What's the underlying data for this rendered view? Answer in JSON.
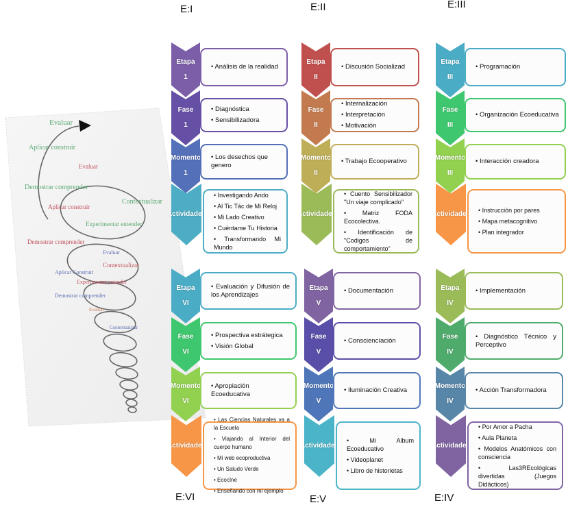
{
  "spiral": {
    "labels": [
      {
        "text": "Evaluar",
        "color": "#5aa870"
      },
      {
        "text": "Aplicar construir",
        "color": "#5aa870"
      },
      {
        "text": "Demostrar comprender",
        "color": "#5aa870"
      },
      {
        "text": "Evaluar",
        "color": "#c0505a"
      },
      {
        "text": "Contextualizar",
        "color": "#5aa870"
      },
      {
        "text": "Aplicar construir",
        "color": "#c0505a"
      },
      {
        "text": "Experimentar entender",
        "color": "#5aa870"
      },
      {
        "text": "Demostrar comprender",
        "color": "#c0505a"
      },
      {
        "text": "Evaluar",
        "color": "#5a6ab0"
      },
      {
        "text": "Contextualizar",
        "color": "#c0505a"
      },
      {
        "text": "Aplicar Construir",
        "color": "#5a6ab0"
      },
      {
        "text": "Experimentar entender",
        "color": "#c0505a"
      },
      {
        "text": "Demostrar comprender",
        "color": "#5a6ab0"
      },
      {
        "text": "Evaluar",
        "color": "#d07a50"
      },
      {
        "text": "Contextualizar",
        "color": "#5a6ab0"
      }
    ]
  },
  "columns": [
    {
      "header": "E:I",
      "rows": [
        {
          "label": "Etapa",
          "num": "1",
          "color": "#7b5ea7",
          "items": [
            "Análisis de la realidad"
          ]
        },
        {
          "label": "Fase",
          "num": "1",
          "color": "#6650a6",
          "items": [
            "Diagnóstica",
            "Sensibilizadora"
          ]
        },
        {
          "label": "Momento",
          "num": "1",
          "color": "#5470b8",
          "items": [
            "Los desechos que genero"
          ]
        },
        {
          "label": "Actividades",
          "num": "",
          "color": "#4cadc4",
          "items": [
            "Investigando Ando",
            "Al Tic Tác de Mi Reloj",
            "Mi Lado Creativo",
            "Cuéntame Tu Historia",
            "Transformando Mi Mundo"
          ]
        }
      ]
    },
    {
      "header": "E:II",
      "rows": [
        {
          "label": "Etapa",
          "num": "II",
          "color": "#c0504d",
          "items": [
            "Discusión Socializad"
          ]
        },
        {
          "label": "Fase",
          "num": "II",
          "color": "#c27a4e",
          "items": [
            "Internalización",
            "Interpretación",
            "Motivación"
          ]
        },
        {
          "label": "Momento",
          "num": "II",
          "color": "#bfae58",
          "items": [
            "Trabajo Ecooperativo"
          ]
        },
        {
          "label": "Actividades",
          "num": "",
          "color": "#9bbb59",
          "items": [
            "Cuento Sensibilizador \"Un viaje complicado\"",
            "Matriz FODA Ecocolectiva.",
            "Identificación de \"Codigos de comportamiento\""
          ]
        }
      ]
    },
    {
      "header": "E:III",
      "rows": [
        {
          "label": "Etapa",
          "num": "III",
          "color": "#4bacc6",
          "items": [
            "Programación"
          ]
        },
        {
          "label": "Fase",
          "num": "III",
          "color": "#3ec76e",
          "items": [
            "Organización Ecoeducativa"
          ]
        },
        {
          "label": "Momento",
          "num": "III",
          "color": "#92d050",
          "items": [
            "Interacción creadora"
          ]
        },
        {
          "label": "Actividades",
          "num": "",
          "color": "#f79646",
          "items": [
            "Instrucción por pares",
            "Mapa metacognitivo",
            "Plan integrador"
          ]
        }
      ]
    },
    {
      "header": "E:VI",
      "rows": [
        {
          "label": "Etapa",
          "num": "VI",
          "color": "#4bacc6",
          "items": [
            "Evaluación y Difusión de los Aprendizajes"
          ]
        },
        {
          "label": "Fase",
          "num": "VI",
          "color": "#3ec76e",
          "items": [
            "Prospectiva estrátegica",
            "Visión Global"
          ]
        },
        {
          "label": "Momento",
          "num": "VI",
          "color": "#92d050",
          "items": [
            "Apropiación Ecoeducativa"
          ]
        },
        {
          "label": "Actividades",
          "num": "",
          "color": "#f79646",
          "items": [
            "Las Ciencias Naturales va a la Escuela",
            "Viajando al Interior del cuerpo humano",
            "Mi web ecoproductiva",
            "Un Saludo Verde",
            "EcocIne",
            "Enseñando con mi ejemplo"
          ]
        }
      ]
    },
    {
      "header": "E:V",
      "rows": [
        {
          "label": "Etapa",
          "num": "V",
          "color": "#8064a2",
          "items": [
            "Documentación"
          ]
        },
        {
          "label": "Fase",
          "num": "V",
          "color": "#5a4fa8",
          "items": [
            "Consciencíación"
          ]
        },
        {
          "label": "Momento",
          "num": "V",
          "color": "#4f76b8",
          "items": [
            "Iluminación Creativa"
          ]
        },
        {
          "label": "Actividades",
          "num": "",
          "color": "#4bb4c8",
          "items": [
            "Mi Album Ecoeducativo",
            "Videoplanet",
            "Libro de historietas"
          ]
        }
      ]
    },
    {
      "header": "E:IV",
      "rows": [
        {
          "label": "Etapa",
          "num": "IV",
          "color": "#9bbb59",
          "items": [
            "Implementación"
          ]
        },
        {
          "label": "Fase",
          "num": "IV",
          "color": "#4eab6b",
          "items": [
            "Diagnóstico Técnico y Perceptivo"
          ]
        },
        {
          "label": "Momento",
          "num": "IV",
          "color": "#5886a8",
          "items": [
            "Acción Transformadora"
          ]
        },
        {
          "label": "Actividades",
          "num": "",
          "color": "#8064a2",
          "items": [
            "Por Amor a Pacha",
            "Aula Planeta",
            "Modelos Anatómicos con consciencia",
            "Las3REcológicas divertidas (Juegos Didácticos)"
          ]
        }
      ]
    }
  ]
}
